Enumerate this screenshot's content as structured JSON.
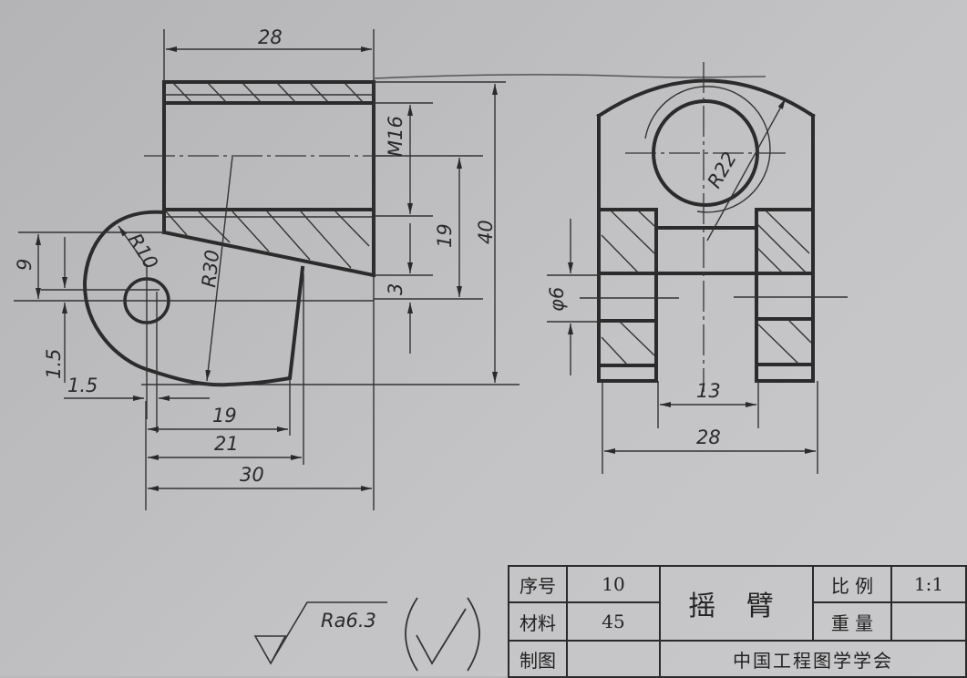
{
  "drawing": {
    "title": "摇臂",
    "front_view_dimensions": {
      "top_width": "28",
      "thread": "M16",
      "height_19": "19",
      "height_40": "40",
      "offset_3": "3",
      "offset_9": "9",
      "offset_1_5_v": "1.5",
      "offset_1_5_h": "1.5",
      "radius_r10": "R10",
      "radius_r30": "R30",
      "width_19": "19",
      "width_21": "21",
      "width_30": "30"
    },
    "side_view_dimensions": {
      "radius_r22": "R22",
      "hole_dia": "φ6",
      "slot_width": "13",
      "overall_width": "28"
    },
    "surface_finish": {
      "roughness": "Ra6.3"
    }
  },
  "title_block": {
    "serial_label": "序号",
    "serial_value": "10",
    "material_label": "材料",
    "material_value": "45",
    "drawn_label": "制图",
    "drawn_value": "",
    "part_name": "摇 臂",
    "scale_label": "比 例",
    "scale_value": "1:1",
    "weight_label": "重 量",
    "weight_value": "",
    "organization": "中国工程图学学会"
  }
}
